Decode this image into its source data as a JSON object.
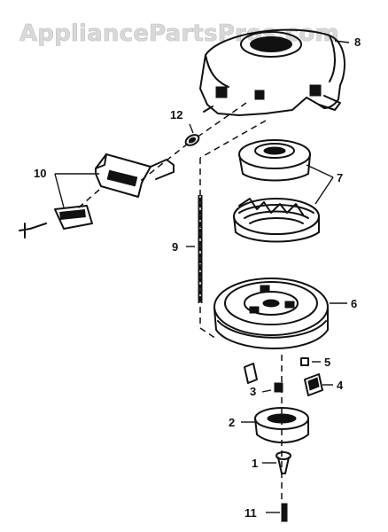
{
  "watermark": "AppliancePartsPros.com",
  "callouts": {
    "p1": "1",
    "p2": "2",
    "p3": "3",
    "p4": "4",
    "p5": "5",
    "p6": "6",
    "p7": "7",
    "p8": "8",
    "p9": "9",
    "p10": "10",
    "p11": "11",
    "p12": "12"
  }
}
